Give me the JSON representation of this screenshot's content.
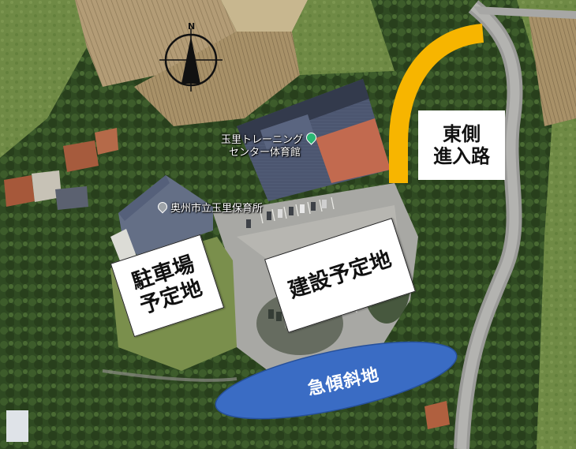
{
  "map": {
    "labels": {
      "parking": [
        "駐車場",
        "予定地"
      ],
      "building": [
        "建設予定地"
      ],
      "east_road": [
        "東側",
        "進入路"
      ],
      "slope": "急傾斜地"
    },
    "poi": {
      "gym": [
        "玉里トレーニング",
        "センター体育館"
      ],
      "nursery": "奥州市立玉里保育所"
    },
    "compass": "N",
    "colors": {
      "road_arrow": "#f7b500",
      "slope_ellipse": "#3a6cc4",
      "label_bg": "#ffffff"
    }
  }
}
